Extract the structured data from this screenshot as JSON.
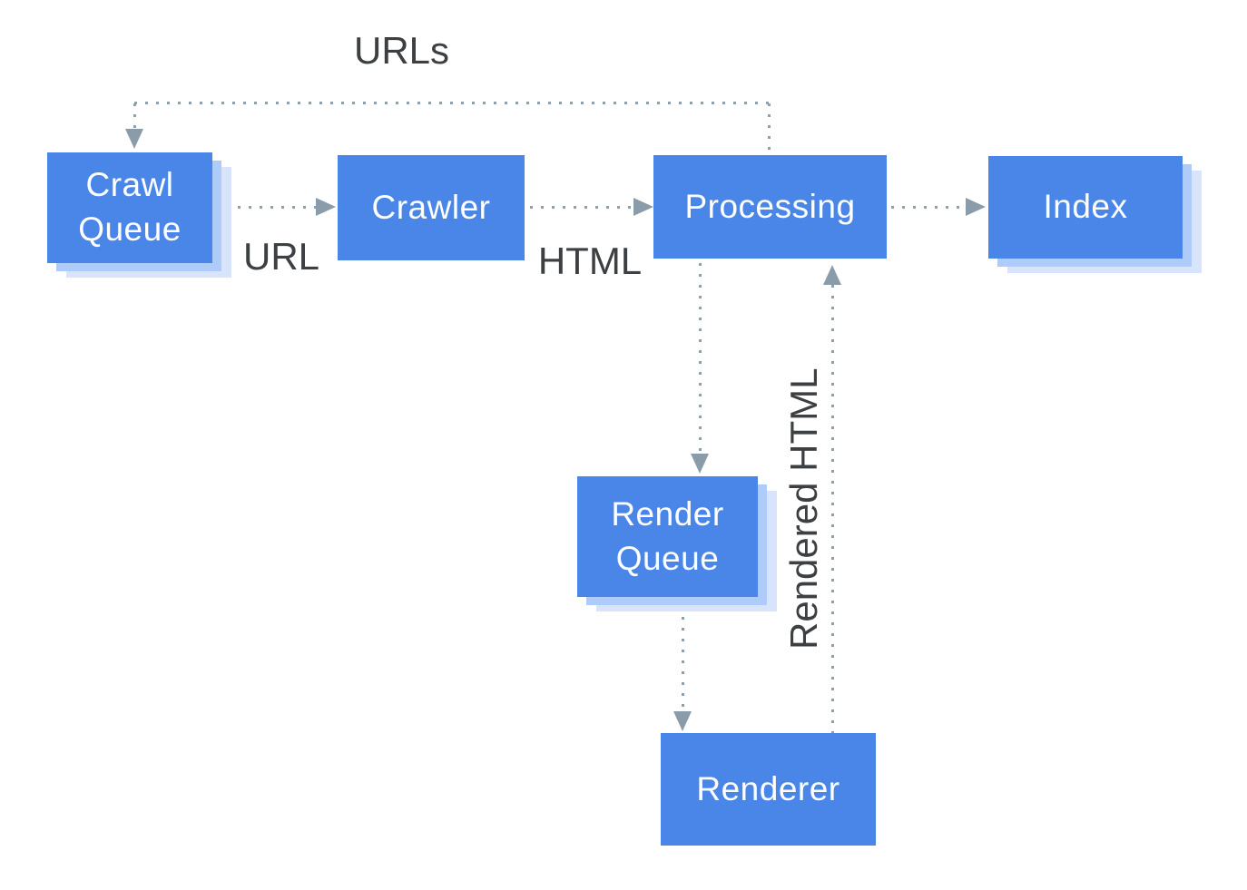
{
  "diagram": {
    "name": "crawl-render-index-pipeline"
  },
  "nodes": [
    {
      "id": "crawl-queue",
      "label": "Crawl\nQueue",
      "shadow": true
    },
    {
      "id": "crawler",
      "label": "Crawler",
      "shadow": false
    },
    {
      "id": "processing",
      "label": "Processing",
      "shadow": false
    },
    {
      "id": "index",
      "label": "Index",
      "shadow": true
    },
    {
      "id": "render-queue",
      "label": "Render\nQueue",
      "shadow": true
    },
    {
      "id": "renderer",
      "label": "Renderer",
      "shadow": false
    }
  ],
  "edges": [
    {
      "from": "processing",
      "to": "crawl-queue",
      "label": "URLs",
      "style": "dotted"
    },
    {
      "from": "crawl-queue",
      "to": "crawler",
      "label": "URL",
      "style": "dotted"
    },
    {
      "from": "crawler",
      "to": "processing",
      "label": "HTML",
      "style": "dotted"
    },
    {
      "from": "processing",
      "to": "index",
      "label": "",
      "style": "dotted"
    },
    {
      "from": "processing",
      "to": "render-queue",
      "label": "",
      "style": "dotted"
    },
    {
      "from": "render-queue",
      "to": "renderer",
      "label": "",
      "style": "dotted"
    },
    {
      "from": "renderer",
      "to": "processing",
      "label": "Rendered HTML",
      "style": "dotted"
    }
  ],
  "labels": {
    "urls": "URLs",
    "url": "URL",
    "html": "HTML",
    "rendered_html": "Rendered HTML"
  },
  "colors": {
    "node_fill": "#4A86E8",
    "node_text": "#FFFFFF",
    "shadow_inner": "#AECBFA",
    "shadow_outer": "#D7E4FB",
    "line_dots": "#8CA0AD",
    "arrowhead": "#8A9CAA",
    "annotation_text": "#3C4043",
    "background": "#FFFFFF"
  }
}
